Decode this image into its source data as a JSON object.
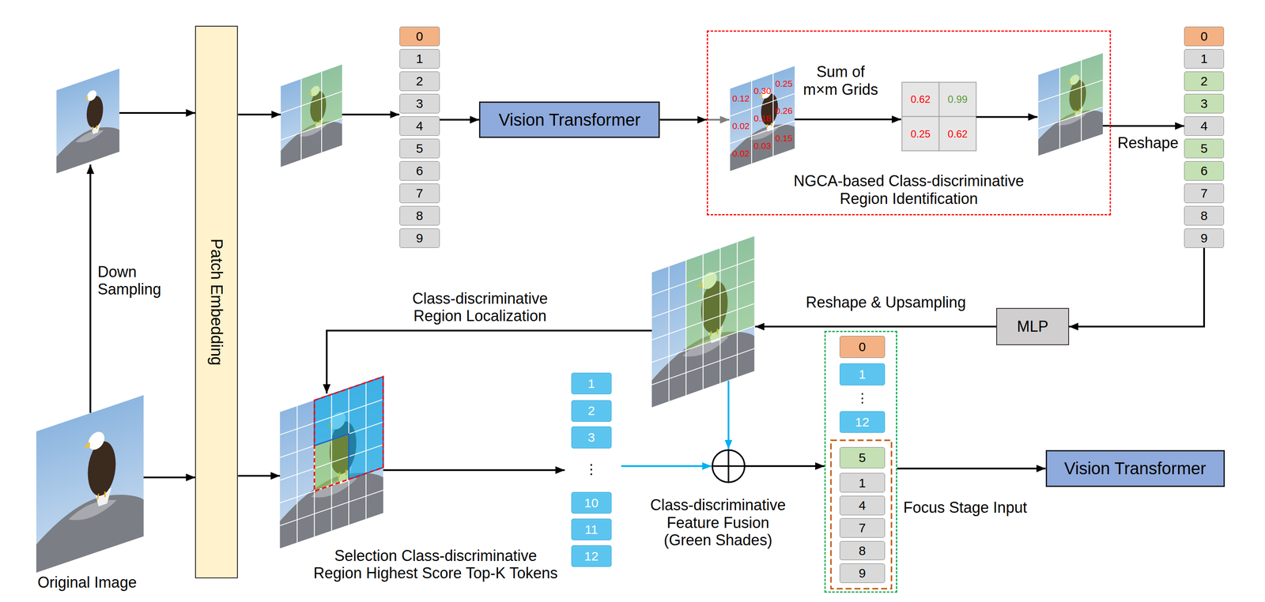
{
  "diagram": {
    "nodes": [
      {
        "text": [
          "Patch Embedding"
        ]
      },
      {
        "text": [
          "0"
        ]
      },
      {
        "text": [
          "1"
        ]
      },
      {
        "text": [
          "2"
        ]
      },
      {
        "text": [
          "3"
        ]
      },
      {
        "text": [
          "4"
        ]
      },
      {
        "text": [
          "5"
        ]
      },
      {
        "text": [
          "6"
        ]
      },
      {
        "text": [
          "7"
        ]
      },
      {
        "text": [
          "8"
        ]
      },
      {
        "text": [
          "9"
        ]
      },
      {
        "text": [
          "Vision Transformer"
        ]
      },
      {
        "text": [
          "NGCA-based Class-discriminative Region Identification"
        ]
      },
      {
        "text": [
          "0"
        ]
      },
      {
        "text": [
          "1"
        ]
      },
      {
        "text": [
          "2"
        ]
      },
      {
        "text": [
          "3"
        ]
      },
      {
        "text": [
          "4"
        ]
      },
      {
        "text": [
          "5"
        ]
      },
      {
        "text": [
          "6"
        ]
      },
      {
        "text": [
          "7"
        ]
      },
      {
        "text": [
          "8"
        ]
      },
      {
        "text": [
          "9"
        ]
      },
      {
        "text": [
          "MLP"
        ]
      },
      {
        "text": [
          "1"
        ]
      },
      {
        "text": [
          "2"
        ]
      },
      {
        "text": [
          "3"
        ]
      },
      {
        "text": [
          "10"
        ]
      },
      {
        "text": [
          "11"
        ]
      },
      {
        "text": [
          "12"
        ]
      },
      {
        "text": [
          "Focus Stage Input"
        ]
      },
      {
        "text": [
          "0"
        ],
        "in": 30
      },
      {
        "text": [
          "1"
        ],
        "in": 30
      },
      {
        "text": [
          "12"
        ],
        "in": 30
      },
      {
        "text": [
          "5"
        ],
        "in": 30
      },
      {
        "text": [
          "1"
        ],
        "in": 30
      },
      {
        "text": [
          "4"
        ],
        "in": 30
      },
      {
        "text": [
          "7"
        ],
        "in": 30
      },
      {
        "text": [
          "8"
        ],
        "in": 30
      },
      {
        "text": [
          "9"
        ],
        "in": 30
      },
      {
        "text": [
          "Vision Transformer"
        ]
      }
    ],
    "edges": [
      {
        "from": 5,
        "to": 11,
        "arrow": "to"
      },
      {
        "from": 11,
        "to": 12,
        "arrow": "to"
      },
      {
        "from": 12,
        "to": 17,
        "arrow": "to"
      },
      {
        "from": 22,
        "to": 23,
        "arrow": "to"
      },
      {
        "from": 30,
        "to": 40,
        "arrow": "to"
      }
    ],
    "labels": [
      "Down Sampling",
      "Original Image",
      "0.12",
      "0.30",
      "0.25",
      "0.02",
      "0.18",
      "0.26",
      "0.02",
      "0.03",
      "0.15",
      "Sum of m×m Grids",
      "0.62",
      "0.99",
      "0.25",
      "0.62",
      "Reshape",
      "Reshape & Upsampling",
      "Class-discriminative Region Localization",
      "Selection Class-discriminative Region Highest Score Top-K Tokens",
      "⋮",
      "Class-discriminative Feature Fusion (Green Shades)",
      "⋮"
    ]
  }
}
